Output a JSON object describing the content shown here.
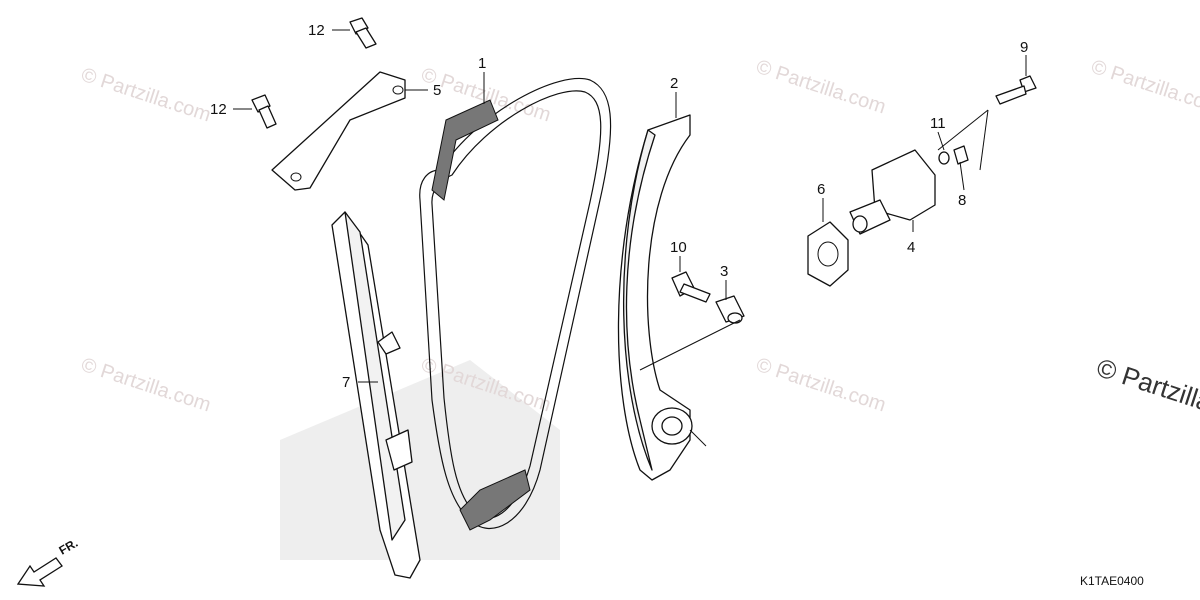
{
  "diagram": {
    "callouts": [
      {
        "id": "c1",
        "label": "1"
      },
      {
        "id": "c2",
        "label": "2"
      },
      {
        "id": "c3",
        "label": "3"
      },
      {
        "id": "c4",
        "label": "4"
      },
      {
        "id": "c5",
        "label": "5"
      },
      {
        "id": "c6",
        "label": "6"
      },
      {
        "id": "c7",
        "label": "7"
      },
      {
        "id": "c8",
        "label": "8"
      },
      {
        "id": "c9",
        "label": "9"
      },
      {
        "id": "c10",
        "label": "10"
      },
      {
        "id": "c11",
        "label": "11"
      },
      {
        "id": "c12a",
        "label": "12"
      },
      {
        "id": "c12b",
        "label": "12"
      }
    ],
    "watermark": "© Partzilla.com",
    "watermark_large": "© Partzilla",
    "diagram_code": "K1TAE0400",
    "front_indicator": "FR.",
    "colors": {
      "line": "#111111",
      "watermark": "#e2d8d8",
      "background": "#ffffff"
    }
  }
}
